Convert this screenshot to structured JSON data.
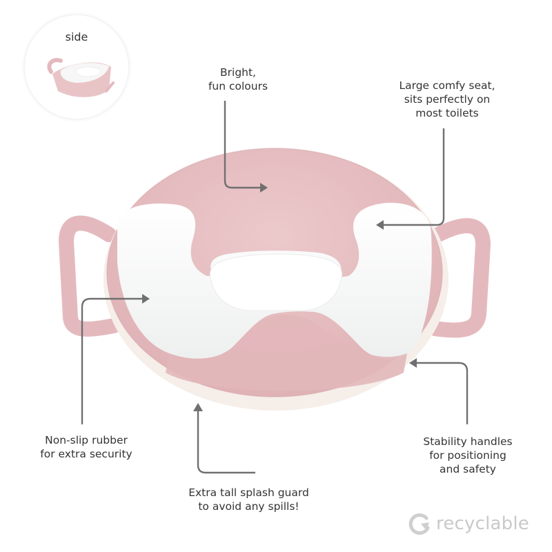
{
  "inset": {
    "title": "side"
  },
  "callouts": [
    {
      "id": "colours",
      "text": "Bright,\nfun colours"
    },
    {
      "id": "seat",
      "text": "Large comfy seat,\nsits perfectly on\nmost toilets"
    },
    {
      "id": "rubber",
      "text": "Non-slip rubber\nfor extra security"
    },
    {
      "id": "handles",
      "text": "Stability handles\nfor positioning\nand safety"
    },
    {
      "id": "splash",
      "text": "Extra tall splash guard\nto avoid any spills!"
    }
  ],
  "badge": {
    "icon": "recycle-icon",
    "text": "recyclable"
  },
  "colors": {
    "product_pink": "#e8c3c5",
    "product_pink_dark": "#d9a9ad",
    "cushion_white": "#f7f8f7",
    "arrow_gray": "#6f6f6f",
    "text_dark": "#333333",
    "badge_gray": "#c9c9c9"
  }
}
